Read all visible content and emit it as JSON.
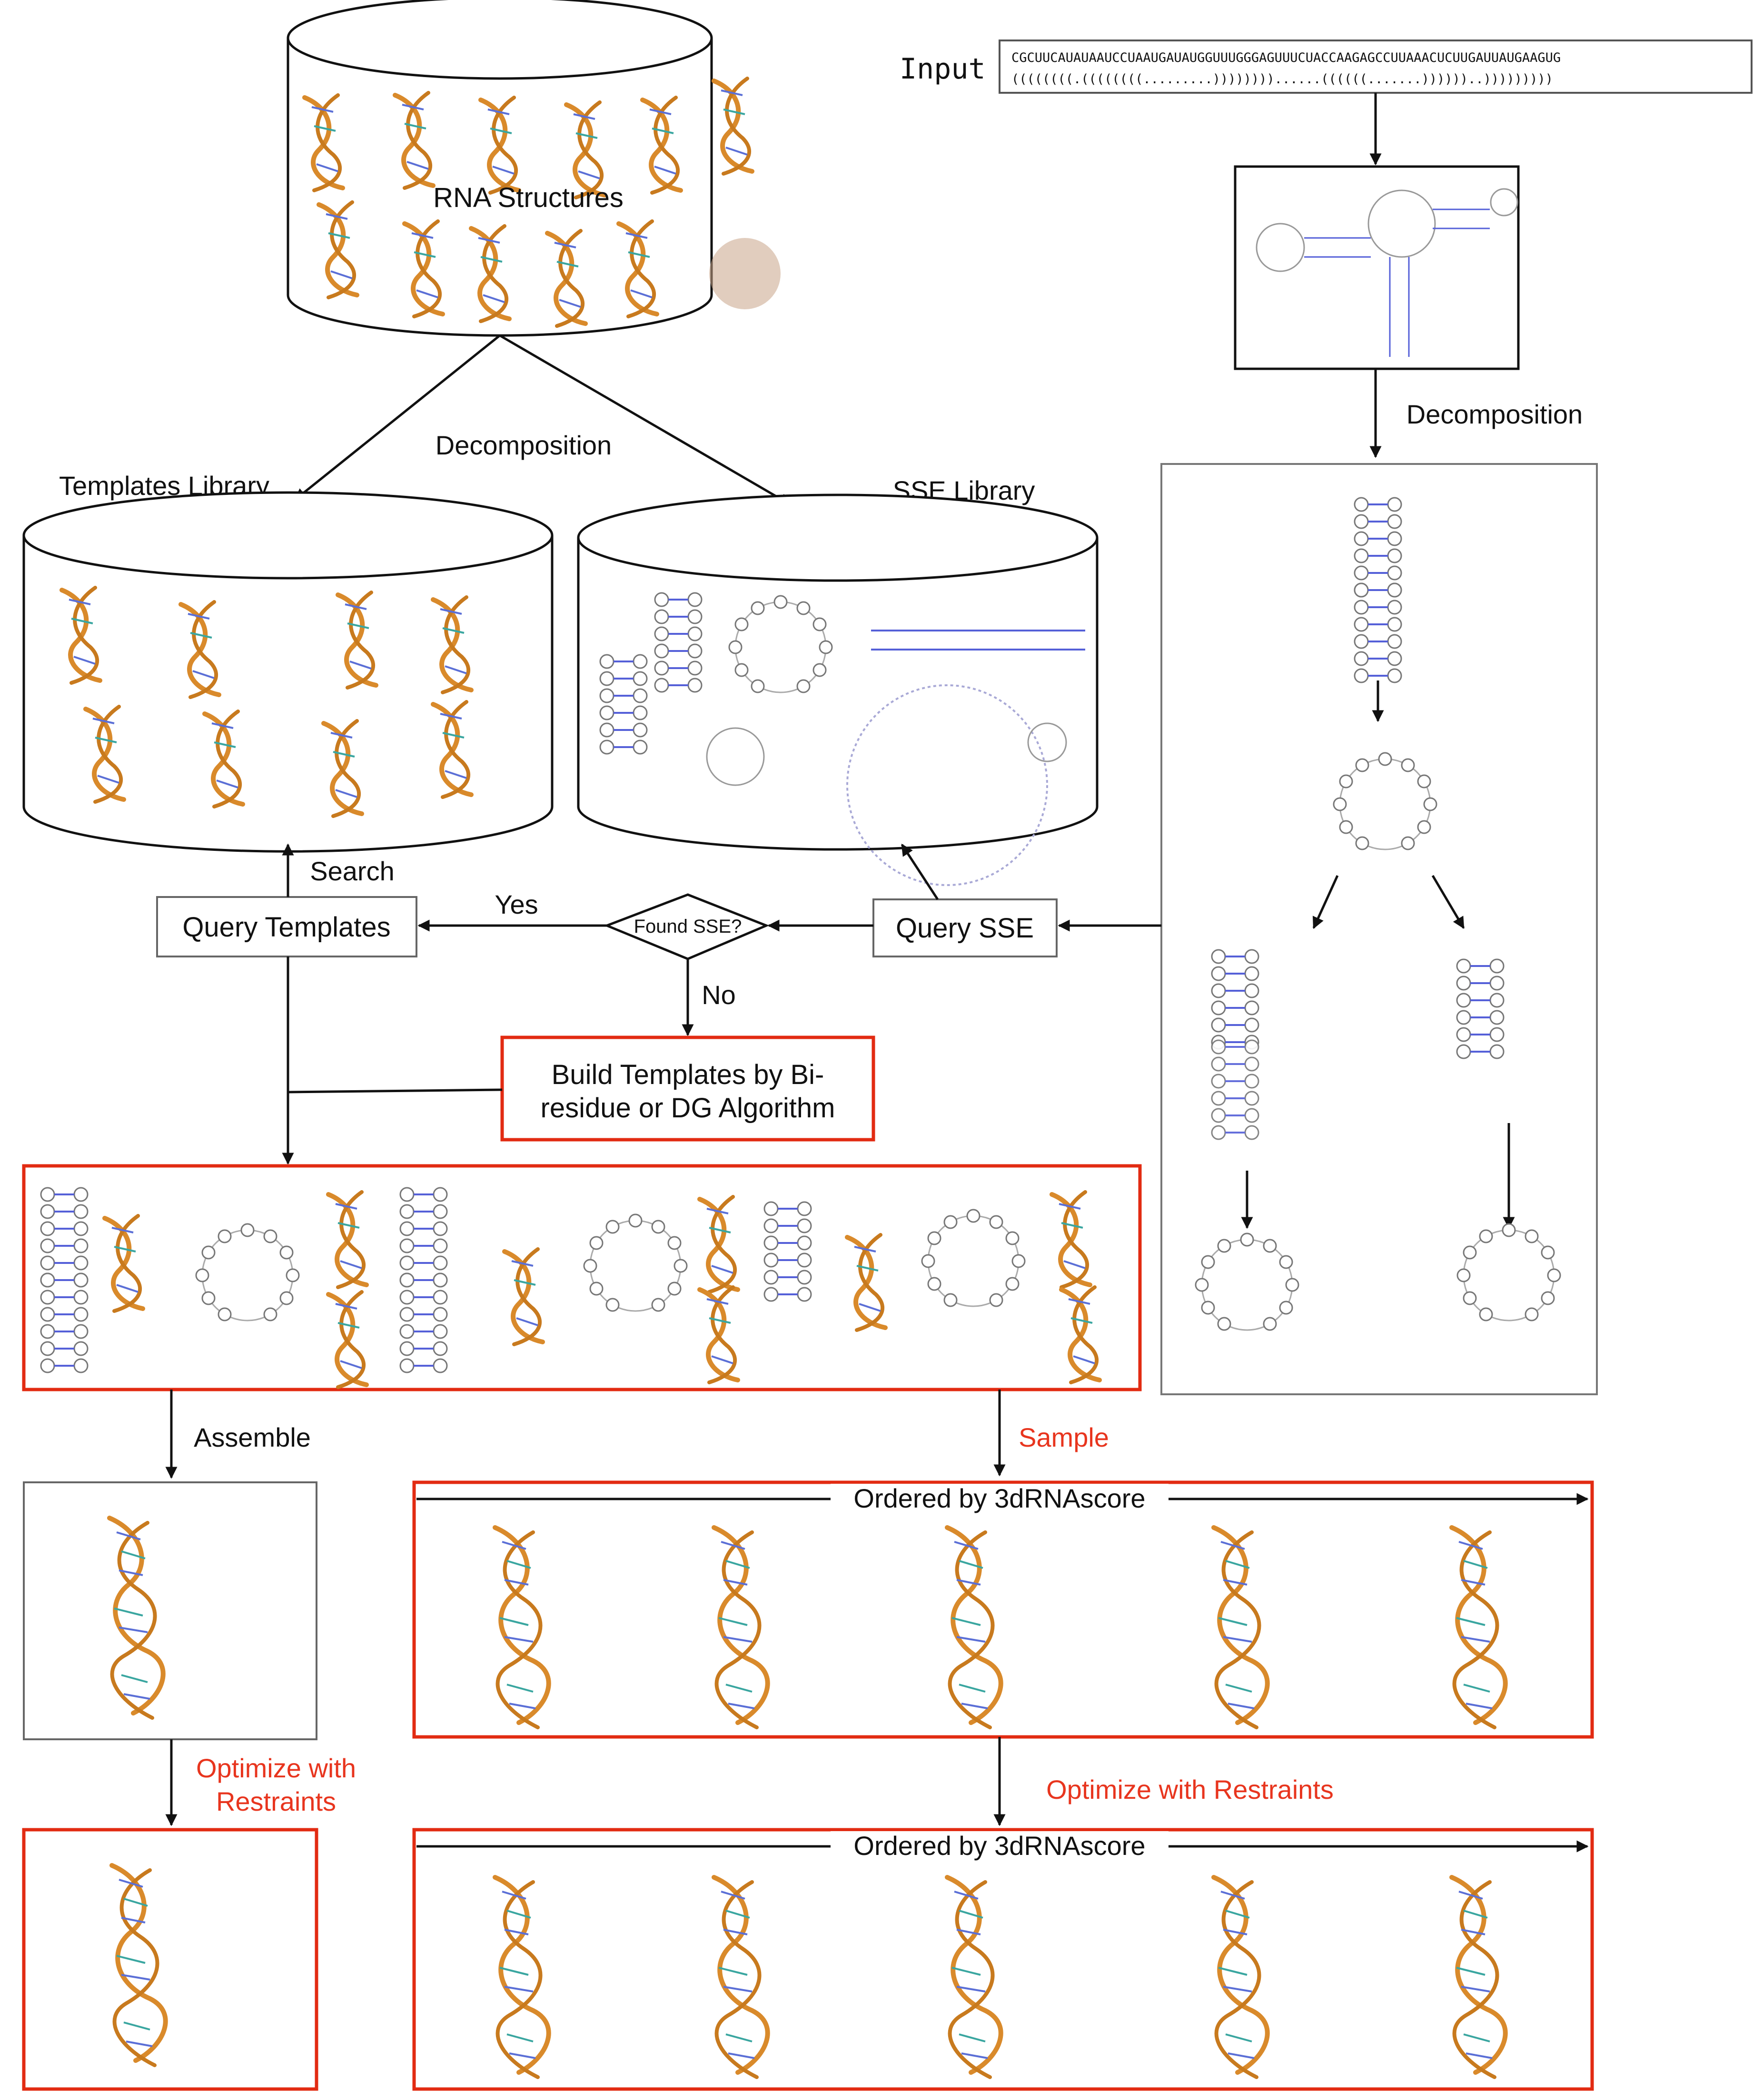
{
  "input": {
    "label": "Input",
    "sequence": "CGCUUCAUAUAAUCCUAAUGAUAUGGUUUGGGAGUUUCUACCAAGAGCCUUAAACUCUUGAUUAUGAAGUG",
    "dotbracket": "((((((((.((((((((.........))))))))......((((((.......))))))..)))))))))"
  },
  "database": {
    "label": "RNA Structures"
  },
  "labels": {
    "decomposition_left": "Decomposition",
    "decomposition_right": "Decomposition",
    "templates_library": "Templates Library",
    "sse_library": "SSE Library",
    "search": "Search",
    "query_templates": "Query Templates",
    "yes": "Yes",
    "found_sse": "Found SSE?",
    "no": "No",
    "query_sse": "Query SSE",
    "build_templates_line1": "Build Templates by Bi-",
    "build_templates_line2": "residue or DG Algorithm",
    "assemble": "Assemble",
    "sample": "Sample",
    "optimize_left_line1": "Optimize with",
    "optimize_left_line2": "Restraints",
    "optimize_right": "Optimize with Restraints",
    "ordered_top": "Ordered by 3dRNAscore",
    "ordered_bottom": "Ordered by 3dRNAscore"
  },
  "colors": {
    "red_accent": "#e8351e",
    "helix": "#d98a2b",
    "base_pair": "#5560d8"
  }
}
